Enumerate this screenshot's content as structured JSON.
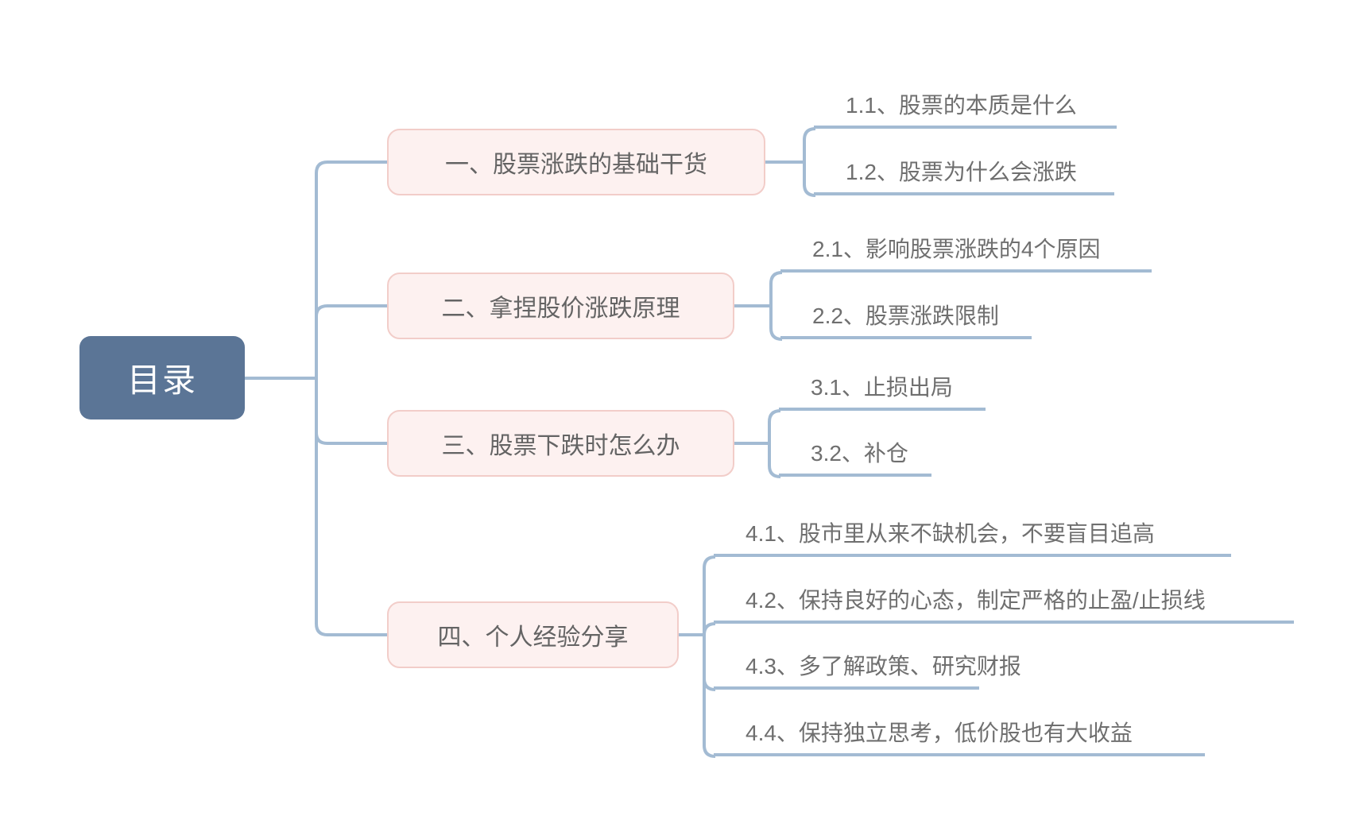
{
  "root": {
    "label": "目录"
  },
  "branches": [
    {
      "label": "一、股票涨跌的基础干货",
      "children": [
        "1.1、股票的本质是什么",
        "1.2、股票为什么会涨跌"
      ]
    },
    {
      "label": "二、拿捏股价涨跌原理",
      "children": [
        "2.1、影响股票涨跌的4个原因",
        "2.2、股票涨跌限制"
      ]
    },
    {
      "label": "三、股票下跌时怎么办",
      "children": [
        "3.1、止损出局",
        "3.2、补仓"
      ]
    },
    {
      "label": "四、个人经验分享",
      "children": [
        "4.1、股市里从来不缺机会，不要盲目追高",
        "4.2、保持良好的心态，制定严格的止盈/止损线",
        "4.3、多了解政策、研究财报",
        "4.4、保持独立思考，低价股也有大收益"
      ]
    }
  ],
  "colors": {
    "connector": "#a3bbd3",
    "root_fill": "#5b7596",
    "root_text": "#ffffff",
    "branch_fill": "#fdf1f0",
    "branch_border": "#f2cdc9",
    "branch_text": "#646464",
    "child_text": "#6f6f6f",
    "background": "#ffffff"
  }
}
